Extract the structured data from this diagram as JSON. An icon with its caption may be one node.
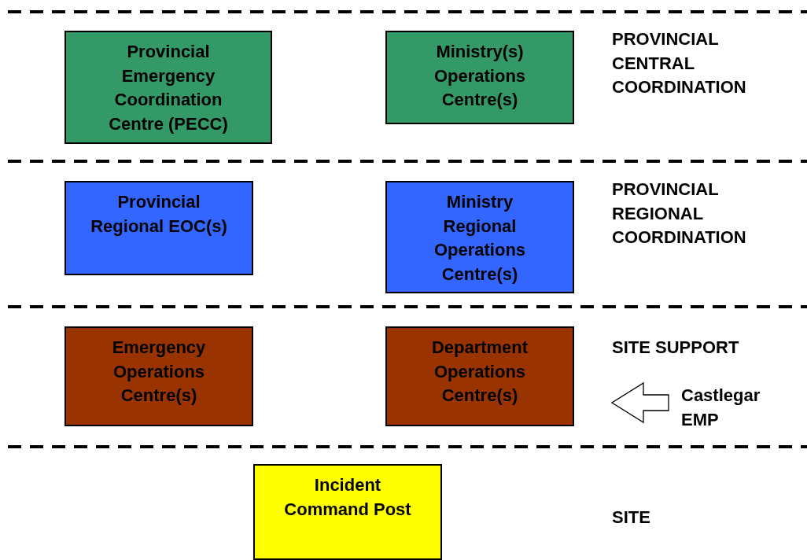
{
  "diagram": {
    "nodes": [
      {
        "text": [
          "Provincial Emergency Coordination Centre (PECC)"
        ]
      },
      {
        "text": [
          "Ministry(s) Operations Centre(s)"
        ]
      },
      {
        "text": [
          "Provincial Regional EOC(s)"
        ]
      },
      {
        "text": [
          "Ministry Regional Operations Centre(s)"
        ]
      },
      {
        "text": [
          "Emergency Operations Centre(s)"
        ]
      },
      {
        "text": [
          "Department Operations Centre(s)"
        ]
      },
      {
        "text": [
          "Incident Command Post"
        ]
      }
    ],
    "labels": [
      "PROVINCIAL CENTRAL COORDINATION",
      "PROVINCIAL REGIONAL COORDINATION",
      "SITE SUPPORT",
      "Castlegar EMP",
      "SITE"
    ]
  }
}
